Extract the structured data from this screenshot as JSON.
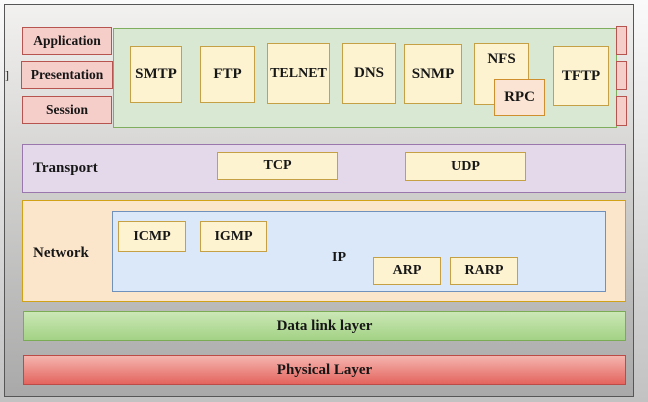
{
  "osi_left": {
    "application": "Application",
    "presentation": "Presentation",
    "session": "Session"
  },
  "application_band": {
    "smtp": "SMTP",
    "ftp": "FTP",
    "telnet": "TELNET",
    "dns": "DNS",
    "snmp": "SNMP",
    "nfs": "NFS",
    "rpc": "RPC",
    "tftp": "TFTP"
  },
  "transport_band": {
    "label": "Transport",
    "tcp": "TCP",
    "udp": "UDP"
  },
  "network_band": {
    "label": "Network",
    "icmp": "ICMP",
    "igmp": "IGMP",
    "ip": "IP",
    "arp": "ARP",
    "rarp": "RARP"
  },
  "datalink_band": {
    "label": "Data link layer"
  },
  "physical_band": {
    "label": "Physical Layer"
  },
  "stray_text": "]",
  "colors": {
    "bg-top": "#fafafa",
    "bg-bottom": "#c2c2c2",
    "inner-top": "#f2f1ef",
    "inner-bottom": "#a9a9a9",
    "frame-border": "#565656",
    "pink-fill": "#f5cdc9",
    "pink-border": "#b85450",
    "appband-fill": "#d9e8d2",
    "appband-border": "#7fae5e",
    "yellow-fill": "#fdf3d1",
    "yellow-border": "#c5a045",
    "rpc-fill": "#fbe4d3",
    "rpc-border": "#cf8f2e",
    "purple-fill": "#e3d9ea",
    "purple-border": "#9a78ad",
    "orange-fill": "#fce6cb",
    "orange-border": "#d1a117",
    "blue-fill": "#dae8fa",
    "blue-border": "#7191bd",
    "dl-top": "#cbe7b6",
    "dl-bottom": "#a3d285",
    "dl-border": "#7cab55",
    "phy-top": "#f5b5af",
    "phy-bottom": "#e4645e",
    "phy-border": "#bc4b47"
  }
}
